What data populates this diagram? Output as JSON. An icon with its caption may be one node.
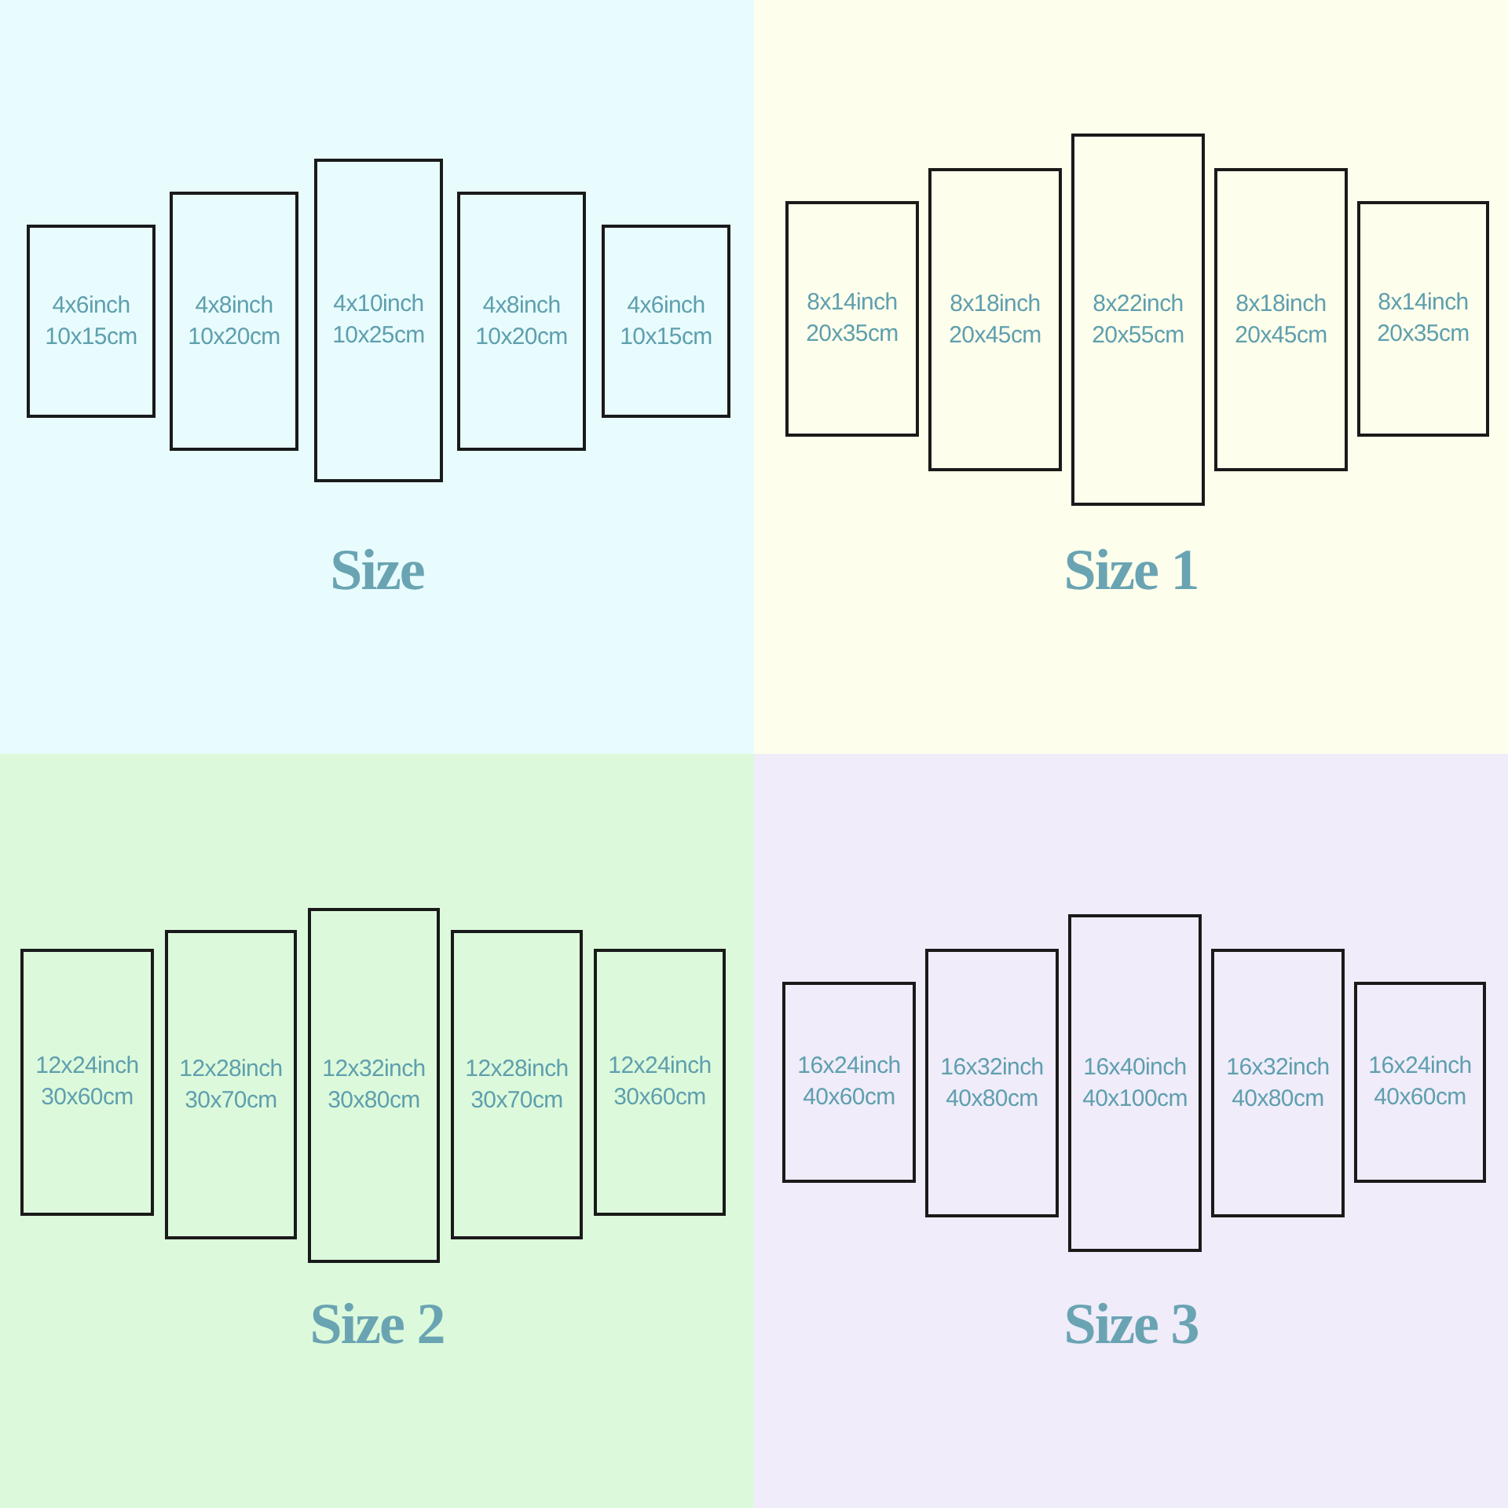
{
  "diagram": {
    "nodes": [
      {
        "text": [
          "Size"
        ]
      },
      {
        "text": [
          "4x6inch",
          "10x15cm"
        ],
        "in": 0
      },
      {
        "text": [
          "4x8inch",
          "10x20cm"
        ],
        "in": 0
      },
      {
        "text": [
          "4x10inch",
          "10x25cm"
        ],
        "in": 0
      },
      {
        "text": [
          "4x8inch",
          "10x20cm"
        ],
        "in": 0
      },
      {
        "text": [
          "4x6inch",
          "10x15cm"
        ],
        "in": 0
      },
      {
        "text": [
          "Size 1"
        ]
      },
      {
        "text": [
          "8x14inch",
          "20x35cm"
        ],
        "in": 6
      },
      {
        "text": [
          "8x18inch",
          "20x45cm"
        ],
        "in": 6
      },
      {
        "text": [
          "8x22inch",
          "20x55cm"
        ],
        "in": 6
      },
      {
        "text": [
          "8x18inch",
          "20x45cm"
        ],
        "in": 6
      },
      {
        "text": [
          "8x14inch",
          "20x35cm"
        ],
        "in": 6
      },
      {
        "text": [
          "Size 2"
        ]
      },
      {
        "text": [
          "12x24inch",
          "30x60cm"
        ],
        "in": 12
      },
      {
        "text": [
          "12x28inch",
          "30x70cm"
        ],
        "in": 12
      },
      {
        "text": [
          "12x32inch",
          "30x80cm"
        ],
        "in": 12
      },
      {
        "text": [
          "12x28inch",
          "30x70cm"
        ],
        "in": 12
      },
      {
        "text": [
          "12x24inch",
          "30x60cm"
        ],
        "in": 12
      },
      {
        "text": [
          "Size 3"
        ]
      },
      {
        "text": [
          "16x24inch",
          "40x60cm"
        ],
        "in": 18
      },
      {
        "text": [
          "16x32inch",
          "40x80cm"
        ],
        "in": 18
      },
      {
        "text": [
          "16x40inch",
          "40x100cm"
        ],
        "in": 18
      },
      {
        "text": [
          "16x32inch",
          "40x80cm"
        ],
        "in": 18
      },
      {
        "text": [
          "16x24inch",
          "40x60cm"
        ],
        "in": 18
      }
    ]
  }
}
